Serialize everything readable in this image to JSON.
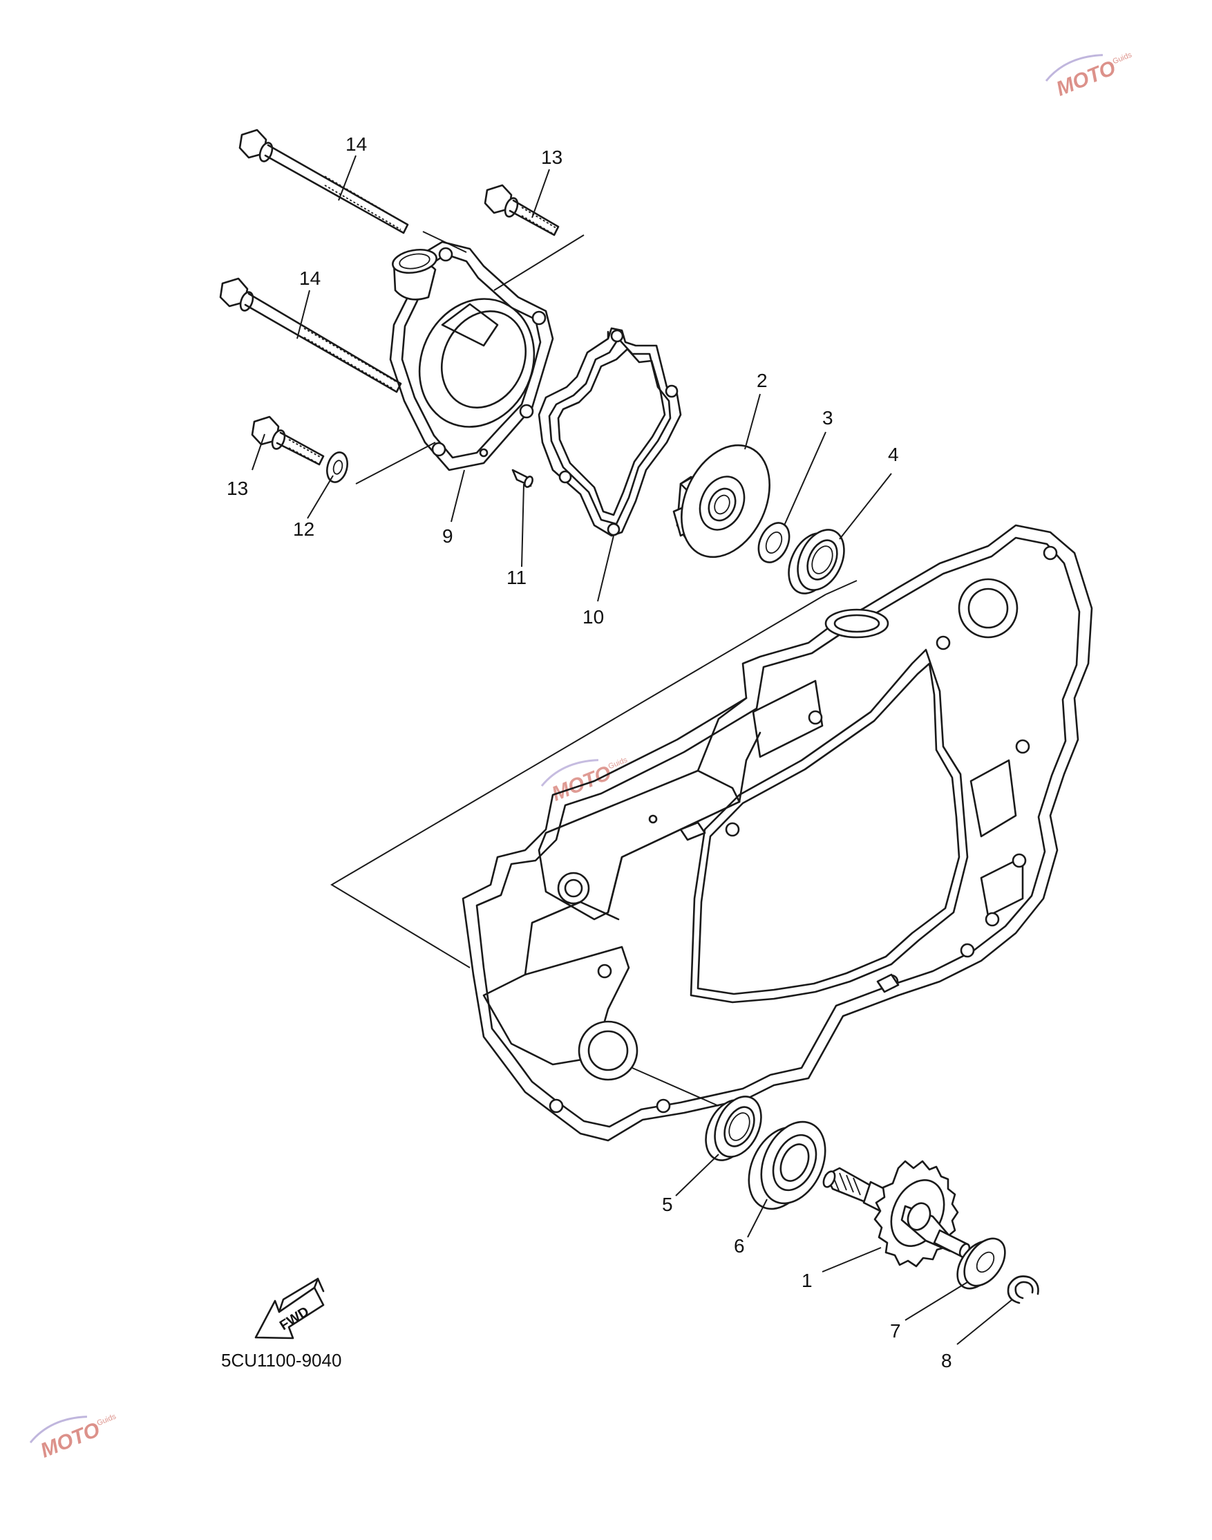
{
  "callouts": [
    {
      "id": "1",
      "text": "1"
    },
    {
      "id": "2",
      "text": "2"
    },
    {
      "id": "3",
      "text": "3"
    },
    {
      "id": "4",
      "text": "4"
    },
    {
      "id": "5",
      "text": "5"
    },
    {
      "id": "6",
      "text": "6"
    },
    {
      "id": "7",
      "text": "7"
    },
    {
      "id": "8",
      "text": "8"
    },
    {
      "id": "9",
      "text": "9"
    },
    {
      "id": "10",
      "text": "10"
    },
    {
      "id": "11",
      "text": "11"
    },
    {
      "id": "12",
      "text": "12"
    },
    {
      "id": "13a",
      "text": "13"
    },
    {
      "id": "13b",
      "text": "13"
    },
    {
      "id": "14a",
      "text": "14"
    },
    {
      "id": "14b",
      "text": "14"
    }
  ],
  "diagram_code": "5CU1100-9040",
  "fwd_arrow": {
    "label": "FWD",
    "icon": "fwd-arrow-icon"
  },
  "watermark": {
    "text": "MOTO",
    "subtext": "Guids",
    "color": "#c0392b",
    "accent": "#8e7cc3"
  }
}
